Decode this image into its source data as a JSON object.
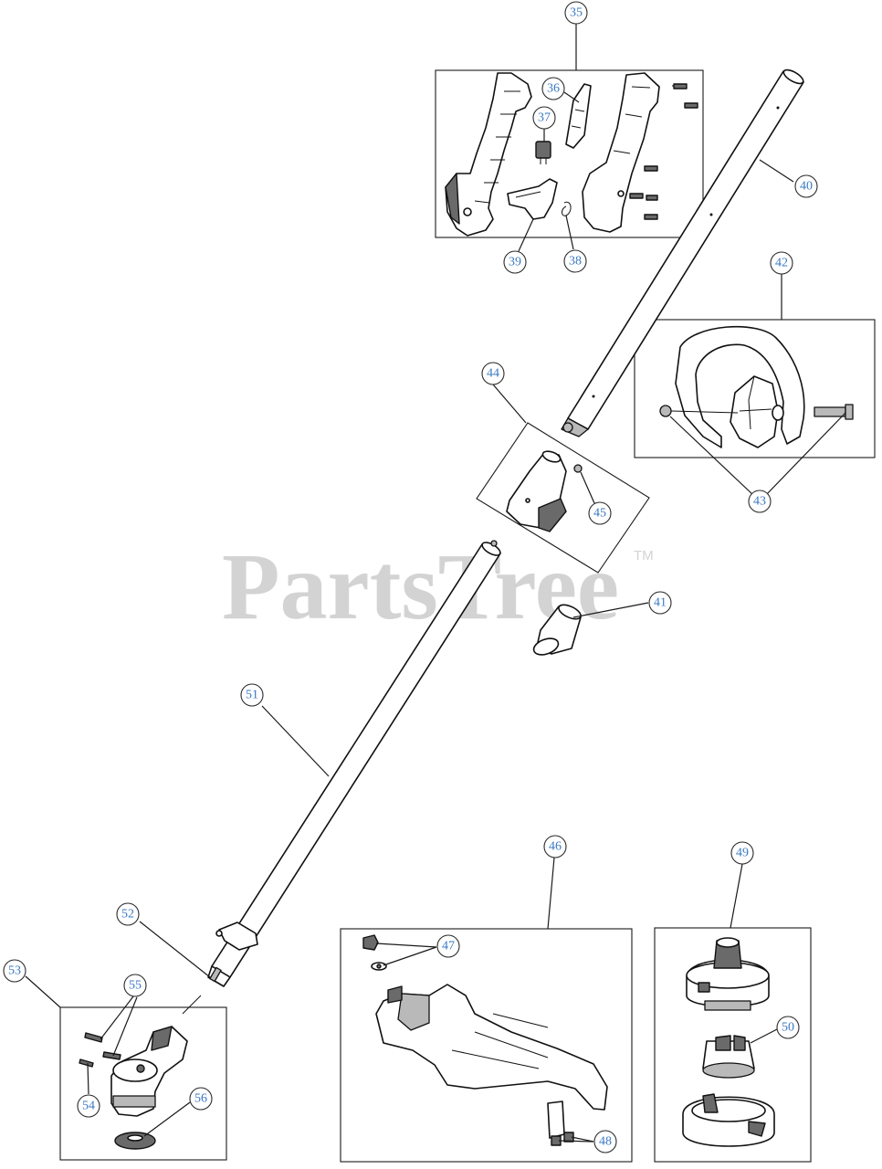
{
  "watermark": {
    "text": "PartsTree",
    "trademark": "TM"
  },
  "callouts": [
    {
      "id": "35",
      "label": "35"
    },
    {
      "id": "36",
      "label": "36"
    },
    {
      "id": "37",
      "label": "37"
    },
    {
      "id": "38",
      "label": "38"
    },
    {
      "id": "39",
      "label": "39"
    },
    {
      "id": "40",
      "label": "40"
    },
    {
      "id": "41",
      "label": "41"
    },
    {
      "id": "42",
      "label": "42"
    },
    {
      "id": "43",
      "label": "43"
    },
    {
      "id": "44",
      "label": "44"
    },
    {
      "id": "45",
      "label": "45"
    },
    {
      "id": "46",
      "label": "46"
    },
    {
      "id": "47",
      "label": "47"
    },
    {
      "id": "48",
      "label": "48"
    },
    {
      "id": "49",
      "label": "49"
    },
    {
      "id": "50",
      "label": "50"
    },
    {
      "id": "51",
      "label": "51"
    },
    {
      "id": "52",
      "label": "52"
    },
    {
      "id": "53",
      "label": "53"
    },
    {
      "id": "54",
      "label": "54"
    },
    {
      "id": "55",
      "label": "55"
    },
    {
      "id": "56",
      "label": "56"
    }
  ],
  "colors": {
    "callout_text": "#3a78c2",
    "outline": "#111111",
    "watermark": "#d3d3d3"
  }
}
